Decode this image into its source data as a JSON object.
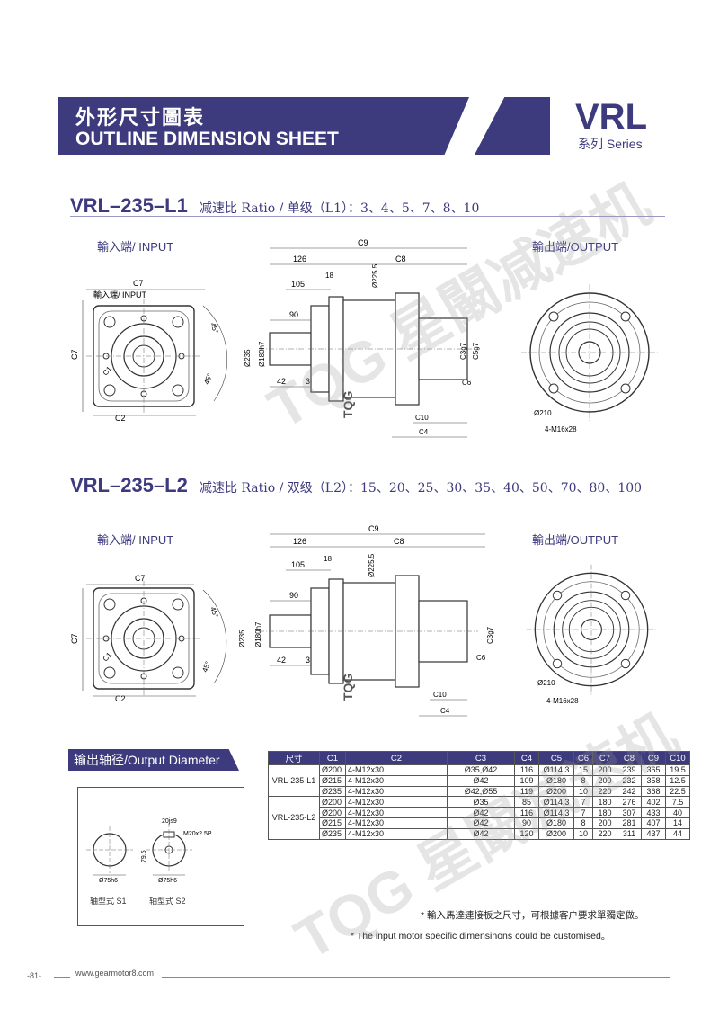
{
  "header": {
    "title_cn": "外形尺寸圖表",
    "title_en": "OUTLINE DIMENSION SHEET",
    "model": "VRL",
    "series": "系列 Series"
  },
  "sections": [
    {
      "title": "VRL–235–L1",
      "ratio": "减速比 Ratio / 单级（L1）：3、4、5、7、8、10",
      "input_label": "輸入端/ INPUT",
      "output_label": "輸出端/OUTPUT",
      "input_inner_label": "輸入端/ INPUT"
    },
    {
      "title": "VRL–235–L2",
      "ratio": "减速比 Ratio / 双级（L2）：15、20、25、30、35、40、50、70、80、100",
      "input_label": "輸入端/ INPUT",
      "output_label": "輸出端/OUTPUT"
    }
  ],
  "drawing_labels": {
    "c7": "C7",
    "c2": "C2",
    "c1": "C1",
    "angle45": "45°",
    "c9": "C9",
    "c8": "C8",
    "d126": "126",
    "d105": "105",
    "d18": "18",
    "d90": "90",
    "d42": "42",
    "d3": "3",
    "d2255": "Ø225.5",
    "d235": "Ø235",
    "d180": "Ø180h7",
    "c3": "C3g7",
    "c5": "C5g7",
    "c6": "C6",
    "c10": "C10",
    "c4": "C4",
    "d210": "Ø210",
    "bolts": "4-M16x28",
    "brand": "TQG"
  },
  "output_diameter": {
    "title": "输出轴径/Output Diameter",
    "s1_dim": "Ø75h6",
    "s2_dim": "Ø75h6",
    "s2_key": "20js9",
    "s2_depth": "79.5",
    "s2_thread": "M20x2.5P",
    "s1_label": "轴型式  S1",
    "s2_label": "轴型式  S2"
  },
  "table": {
    "headers": [
      "尺寸",
      "C1",
      "C2",
      "C3",
      "C4",
      "C5",
      "C6",
      "C7",
      "C8",
      "C9",
      "C10"
    ],
    "groups": [
      {
        "name": "VRL-235-L1",
        "rows": [
          [
            "Ø200",
            "4-M12x30",
            "Ø35,Ø42",
            "116",
            "Ø114.3",
            "15",
            "200",
            "239",
            "365",
            "19.5"
          ],
          [
            "Ø215",
            "4-M12x30",
            "Ø42",
            "109",
            "Ø180",
            "8",
            "200",
            "232",
            "358",
            "12.5"
          ],
          [
            "Ø235",
            "4-M12x30",
            "Ø42,Ø55",
            "119",
            "Ø200",
            "10",
            "220",
            "242",
            "368",
            "22.5"
          ]
        ]
      },
      {
        "name": "VRL-235-L2",
        "rows": [
          [
            "Ø200",
            "4-M12x30",
            "Ø35",
            "85",
            "Ø114.3",
            "7",
            "180",
            "276",
            "402",
            "7.5"
          ],
          [
            "Ø200",
            "4-M12x30",
            "Ø42",
            "116",
            "Ø114.3",
            "7",
            "180",
            "307",
            "433",
            "40"
          ],
          [
            "Ø215",
            "4-M12x30",
            "Ø42",
            "90",
            "Ø180",
            "8",
            "200",
            "281",
            "407",
            "14"
          ],
          [
            "Ø235",
            "4-M12x30",
            "Ø42",
            "120",
            "Ø200",
            "10",
            "220",
            "311",
            "437",
            "44"
          ]
        ]
      }
    ]
  },
  "notes": {
    "cn": "* 輸入馬達連接板之尺寸，可根據客户要求單獨定做。",
    "en": "* The input motor specific dimensinons could be customised。"
  },
  "footer": {
    "page": "-81-",
    "url": "www.gearmotor8.com"
  },
  "watermark": "TQG 星闞减速机",
  "colors": {
    "brand": "#3d3a7e"
  }
}
